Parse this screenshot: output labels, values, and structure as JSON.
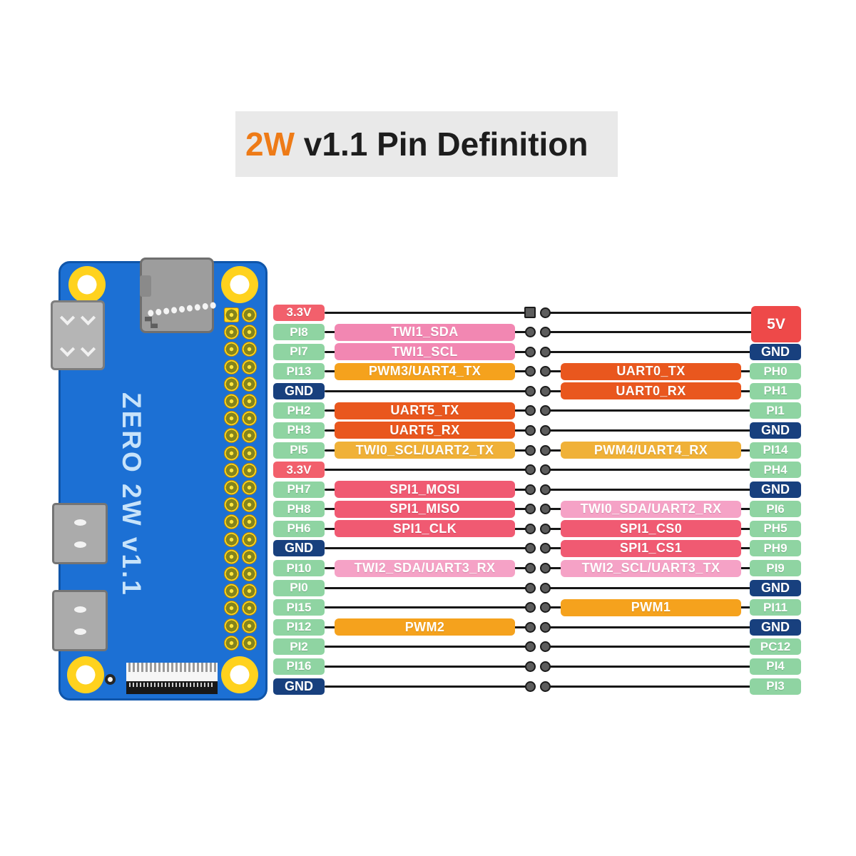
{
  "title": {
    "accent": "2W",
    "rest": " v1.1 Pin Definition"
  },
  "board": {
    "label": "ZERO 2W v1.1",
    "header_rows": 20,
    "header_cols": 2
  },
  "colors": {
    "title_accent": "#ee7b17",
    "board_blue": "#1c70d4",
    "gpio_badge": "#8fd4a2",
    "gnd_badge": "#18407e",
    "pwr33_badge": "#f2606c",
    "pwr5_badge": "#ee4949",
    "pink": "#f287b2",
    "lpink": "#f5a2c6",
    "orange": "#f5a21d",
    "amber": "#f0b138",
    "rorange": "#e9571e",
    "rose": "#f05a72",
    "line": "#161616",
    "dot": "#5c5c5c"
  },
  "pinout": {
    "five_v": {
      "label": "5V"
    },
    "rows": [
      {
        "l": "3.3V",
        "lt": "p",
        "lf": null,
        "lfc": null,
        "rf": null,
        "rfc": null,
        "r": null,
        "rt": null
      },
      {
        "l": "PI8",
        "lt": "g",
        "lf": "TWI1_SDA",
        "lfc": "pink",
        "rf": null,
        "rfc": null,
        "r": null,
        "rt": null
      },
      {
        "l": "PI7",
        "lt": "g",
        "lf": "TWI1_SCL",
        "lfc": "pink",
        "rf": null,
        "rfc": null,
        "r": "GND",
        "rt": "n"
      },
      {
        "l": "PI13",
        "lt": "g",
        "lf": "PWM3/UART4_TX",
        "lfc": "orange",
        "rf": "UART0_TX",
        "rfc": "rorange",
        "r": "PH0",
        "rt": "g"
      },
      {
        "l": "GND",
        "lt": "n",
        "lf": null,
        "lfc": null,
        "rf": "UART0_RX",
        "rfc": "rorange",
        "r": "PH1",
        "rt": "g"
      },
      {
        "l": "PH2",
        "lt": "g",
        "lf": "UART5_TX",
        "lfc": "rorange",
        "rf": null,
        "rfc": null,
        "r": "PI1",
        "rt": "g"
      },
      {
        "l": "PH3",
        "lt": "g",
        "lf": "UART5_RX",
        "lfc": "rorange",
        "rf": null,
        "rfc": null,
        "r": "GND",
        "rt": "n"
      },
      {
        "l": "PI5",
        "lt": "g",
        "lf": "TWI0_SCL/UART2_TX",
        "lfc": "amber",
        "rf": "PWM4/UART4_RX",
        "rfc": "amber",
        "r": "PI14",
        "rt": "g"
      },
      {
        "l": "3.3V",
        "lt": "p",
        "lf": null,
        "lfc": null,
        "rf": null,
        "rfc": null,
        "r": "PH4",
        "rt": "g"
      },
      {
        "l": "PH7",
        "lt": "g",
        "lf": "SPI1_MOSI",
        "lfc": "rose",
        "rf": null,
        "rfc": null,
        "r": "GND",
        "rt": "n"
      },
      {
        "l": "PH8",
        "lt": "g",
        "lf": "SPI1_MISO",
        "lfc": "rose",
        "rf": "TWI0_SDA/UART2_RX",
        "rfc": "lpink",
        "r": "PI6",
        "rt": "g"
      },
      {
        "l": "PH6",
        "lt": "g",
        "lf": "SPI1_CLK",
        "lfc": "rose",
        "rf": "SPI1_CS0",
        "rfc": "rose",
        "r": "PH5",
        "rt": "g"
      },
      {
        "l": "GND",
        "lt": "n",
        "lf": null,
        "lfc": null,
        "rf": "SPI1_CS1",
        "rfc": "rose",
        "r": "PH9",
        "rt": "g"
      },
      {
        "l": "PI10",
        "lt": "g",
        "lf": "TWI2_SDA/UART3_RX",
        "lfc": "lpink",
        "rf": "TWI2_SCL/UART3_TX",
        "rfc": "lpink",
        "r": "PI9",
        "rt": "g"
      },
      {
        "l": "PI0",
        "lt": "g",
        "lf": null,
        "lfc": null,
        "rf": null,
        "rfc": null,
        "r": "GND",
        "rt": "n"
      },
      {
        "l": "PI15",
        "lt": "g",
        "lf": null,
        "lfc": null,
        "rf": "PWM1",
        "rfc": "orange",
        "r": "PI11",
        "rt": "g"
      },
      {
        "l": "PI12",
        "lt": "g",
        "lf": "PWM2",
        "lfc": "orange",
        "rf": null,
        "rfc": null,
        "r": "GND",
        "rt": "n"
      },
      {
        "l": "PI2",
        "lt": "g",
        "lf": null,
        "lfc": null,
        "rf": null,
        "rfc": null,
        "r": "PC12",
        "rt": "g"
      },
      {
        "l": "PI16",
        "lt": "g",
        "lf": null,
        "lfc": null,
        "rf": null,
        "rfc": null,
        "r": "PI4",
        "rt": "g"
      },
      {
        "l": "GND",
        "lt": "n",
        "lf": null,
        "lfc": null,
        "rf": null,
        "rfc": null,
        "r": "PI3",
        "rt": "g"
      }
    ]
  }
}
